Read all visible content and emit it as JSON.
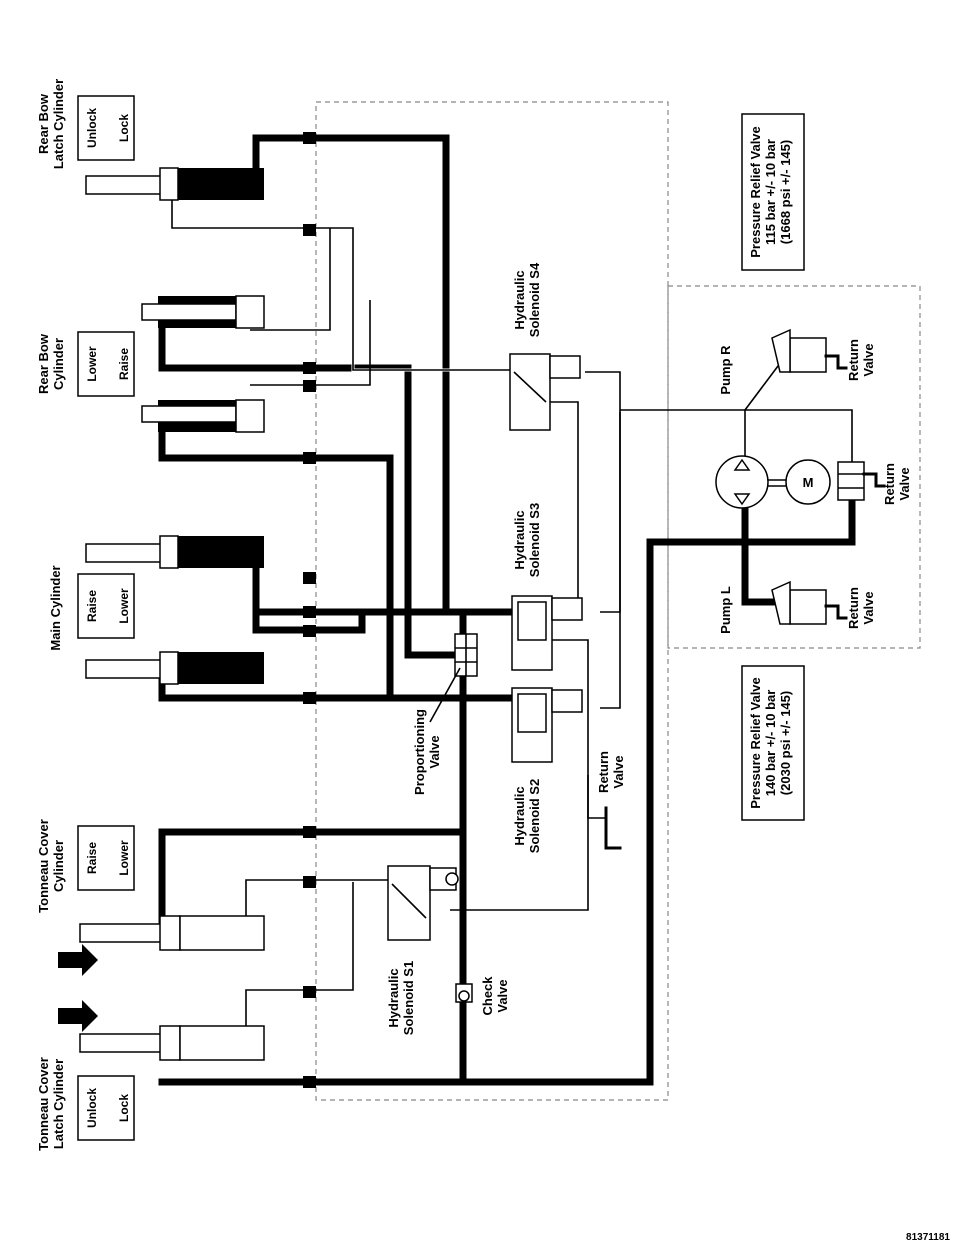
{
  "labels": {
    "rear_bow_latch_cylinder": [
      "Rear Bow",
      "Latch Cylinder"
    ],
    "rear_bow_latch_states": [
      "Unlock",
      "Lock"
    ],
    "rear_bow_cylinder": [
      "Rear Bow",
      "Cylinder"
    ],
    "rear_bow_states": [
      "Lower",
      "Raise"
    ],
    "main_cylinder": "Main Cylinder",
    "main_states": [
      "Raise",
      "Lower"
    ],
    "tonneau_cover_cylinder": [
      "Tonneau Cover",
      "Cylinder"
    ],
    "tonneau_cover_states": [
      "Raise",
      "Lower"
    ],
    "tonneau_latch_cylinder": [
      "Tonneau Cover",
      "Latch Cylinder"
    ],
    "tonneau_latch_states": [
      "Unlock",
      "Lock"
    ],
    "solenoid_s4": [
      "Hydraulic",
      "Solenoid S4"
    ],
    "solenoid_s3": [
      "Hydraulic",
      "Solenoid S3"
    ],
    "solenoid_s2": [
      "Hydraulic",
      "Solenoid S2"
    ],
    "solenoid_s1": [
      "Hydraulic",
      "Solenoid S1"
    ],
    "proportioning_valve": [
      "Proportioning",
      "Valve"
    ],
    "return_valve": [
      "Return",
      "Valve"
    ],
    "check_valve": [
      "Check",
      "Valve"
    ],
    "pump_r": "Pump R",
    "pump_l": "Pump L",
    "motor": "M",
    "relief_115": [
      "Pressure Relief Valve",
      "115 bar +/- 10 bar",
      "(1668 psi +/- 145)"
    ],
    "relief_140": [
      "Pressure Relief Valve",
      "140 bar +/- 10 bar",
      "(2030 psi +/- 145)"
    ]
  },
  "document_id": "81371181"
}
